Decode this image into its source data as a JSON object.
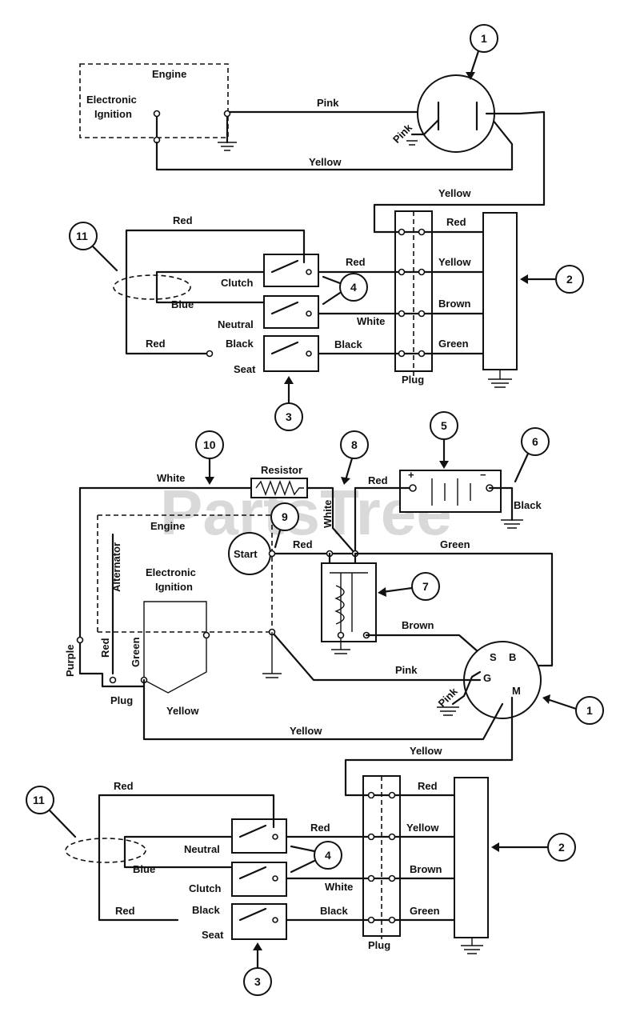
{
  "watermark": "PartsTree",
  "top": {
    "engine": "Engine",
    "electronic_ignition": [
      "Electronic",
      "Ignition"
    ],
    "pink": "Pink",
    "pink_switch": "Pink",
    "yellow": "Yellow",
    "yellow_2": "Yellow",
    "red_top": "Red",
    "red_right": "Red",
    "red_mid": "Red",
    "yellow_right": "Yellow",
    "brown": "Brown",
    "white": "White",
    "green": "Green",
    "red_bottom": "Red",
    "black_left": "Black",
    "black_right": "Black",
    "clutch": "Clutch",
    "blue": "Blue",
    "neutral": "Neutral",
    "seat": "Seat",
    "plug": "Plug"
  },
  "bottom": {
    "white": "White",
    "resistor": "Resistor",
    "red_battery": "Red",
    "plus": "+",
    "minus": "−",
    "black": "Black",
    "engine": "Engine",
    "alternator": "Alternator",
    "electronic_ignition": [
      "Electronic",
      "Ignition"
    ],
    "white_vertical": "White",
    "start": "Start",
    "red_start": "Red",
    "green": "Green",
    "brown": "Brown",
    "pink": "Pink",
    "pink_switch": "Pink",
    "purple": "Purple",
    "red_alt": "Red",
    "green_alt": "Green",
    "plug_left": "Plug",
    "yellow_left": "Yellow",
    "yellow": "Yellow",
    "yellow_2": "Yellow",
    "term_s": "S",
    "term_b": "B",
    "term_g": "G",
    "term_m": "M",
    "red_top": "Red",
    "red_right": "Red",
    "red_mid": "Red",
    "yellow_right": "Yellow",
    "brown_right": "Brown",
    "white_mid": "White",
    "green_right": "Green",
    "red_bottom": "Red",
    "black_left": "Black",
    "black_right": "Black",
    "neutral": "Neutral",
    "blue": "Blue",
    "clutch": "Clutch",
    "seat": "Seat",
    "plug": "Plug"
  },
  "callouts": {
    "c1": "1",
    "c2": "2",
    "c3": "3",
    "c4": "4",
    "c11": "11",
    "c5": "5",
    "c6": "6",
    "c7": "7",
    "c8": "8",
    "c9": "9",
    "c10": "10",
    "c1b": "1",
    "c2b": "2",
    "c3b": "3",
    "c4b": "4",
    "c11b": "11"
  }
}
